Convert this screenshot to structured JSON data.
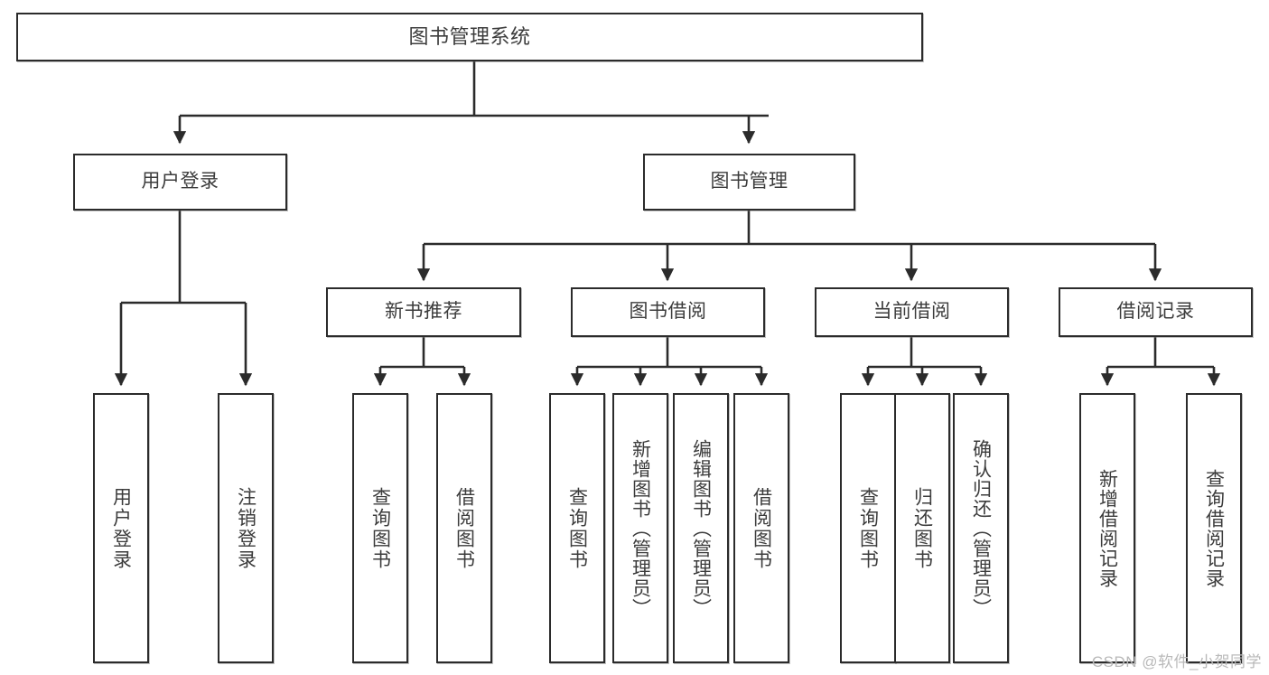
{
  "diagram": {
    "title": "图书管理系统",
    "type": "hierarchy-tree",
    "root": {
      "label": "图书管理系统"
    },
    "level1": [
      {
        "label": "用户登录"
      },
      {
        "label": "图书管理"
      }
    ],
    "level2": [
      {
        "label": "新书推荐"
      },
      {
        "label": "图书借阅"
      },
      {
        "label": "当前借阅"
      },
      {
        "label": "借阅记录"
      }
    ],
    "leaves": {
      "user_login": [
        {
          "label": "用户登录"
        },
        {
          "label": "注销登录"
        }
      ],
      "new_book_recommend": [
        {
          "label": "查询图书"
        },
        {
          "label": "借阅图书"
        }
      ],
      "book_borrow": [
        {
          "label": "查询图书"
        },
        {
          "label": "新增图书（管理员）"
        },
        {
          "label": "编辑图书（管理员）"
        },
        {
          "label": "借阅图书"
        }
      ],
      "current_borrow": [
        {
          "label": "查询图书"
        },
        {
          "label": "归还图书"
        },
        {
          "label": "确认归还（管理员）"
        }
      ],
      "borrow_record": [
        {
          "label": "新增借阅记录"
        },
        {
          "label": "查询借阅记录"
        }
      ]
    }
  },
  "watermark": {
    "text": "CSDN @软件_小贺同学"
  },
  "colors": {
    "stroke": "#2b2b2b",
    "text": "#3c3c3c",
    "background": "#ffffff",
    "watermark": "#b9b9b9"
  }
}
